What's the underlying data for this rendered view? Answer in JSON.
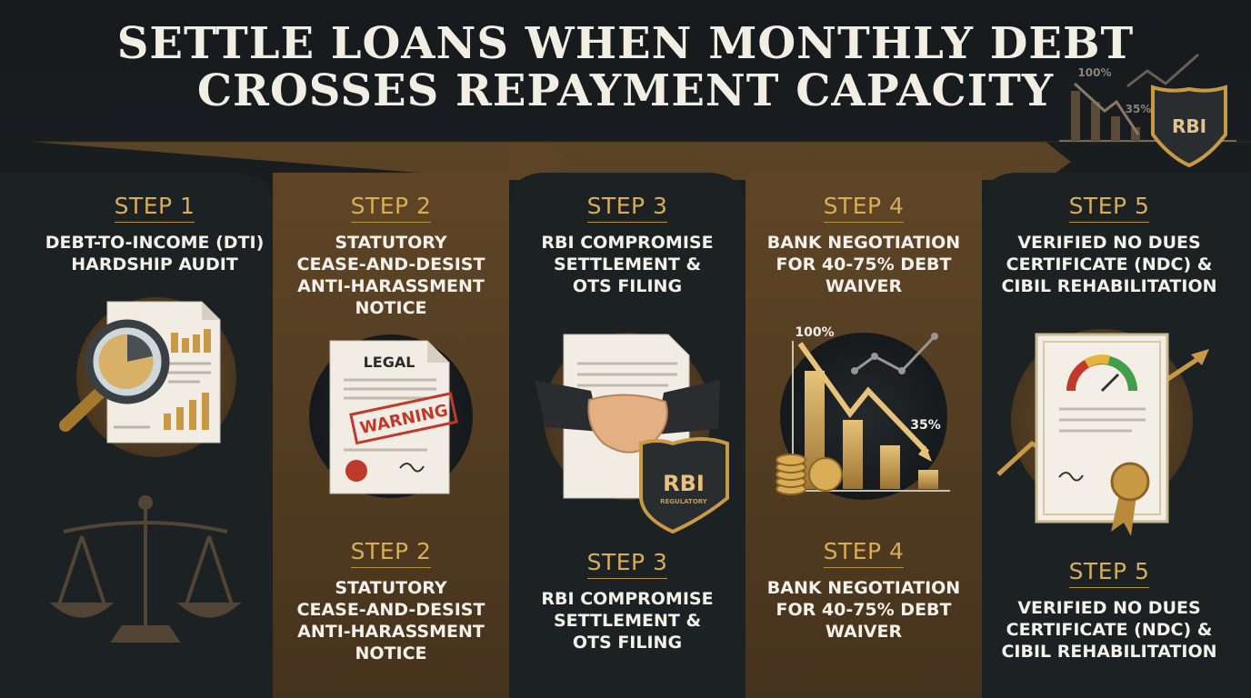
{
  "title": {
    "line1": "SETTLE LOANS WHEN MONTHLY DEBT",
    "line2": "CROSSES REPAYMENT CAPACITY"
  },
  "steps": [
    {
      "label": "STEP 1",
      "lines": [
        "DEBT-TO-INCOME (DTI)",
        "HARDSHIP AUDIT"
      ],
      "icon": "magnifier-report-icon"
    },
    {
      "label": "STEP 2",
      "lines": [
        "STATUTORY",
        "CEASE-AND-DESIST",
        "ANTI-HARASSMENT",
        "NOTICE"
      ],
      "icon": "legal-warning-document-icon"
    },
    {
      "label": "STEP 3",
      "lines": [
        "RBI COMPROMISE",
        "SETTLEMENT &",
        "OTS FILING"
      ],
      "icon": "handshake-rbi-shield-icon"
    },
    {
      "label": "STEP 4",
      "lines": [
        "BANK NEGOTIATION",
        "FOR 40-75% DEBT",
        "WAIVER"
      ],
      "icon": "declining-bar-chart-coins-icon"
    },
    {
      "label": "STEP 5",
      "lines": [
        "VERIFIED NO DUES",
        "CERTIFICATE (NDC) &",
        "CIBIL REHABILITATION"
      ],
      "icon": "certificate-gauge-icon"
    }
  ],
  "lower_steps": [
    {
      "label": "STEP 2",
      "lines": [
        "STATUTORY",
        "CEASE-AND-DESIST",
        "ANTI-HARASSMENT",
        "NOTICE"
      ]
    },
    {
      "label": "STEP 3",
      "lines": [
        "RBI COMPROMISE",
        "SETTLEMENT &",
        "OTS FILING"
      ]
    },
    {
      "label": "STEP 4",
      "lines": [
        "BANK NEGOTIATION",
        "FOR 40-75% DEBT",
        "WAIVER"
      ]
    },
    {
      "label": "STEP 5",
      "lines": [
        "VERIFIED NO DUES",
        "CERTIFICATE (NDC) &",
        "CIBIL REHABILITATION"
      ]
    }
  ],
  "icon_text": {
    "legal": "LEGAL",
    "warning": "WARNING",
    "rbi": "RBI",
    "regulatory": "REGULATORY",
    "pct_high": "100%",
    "pct_low": "35%"
  },
  "corner_badge": {
    "rbi": "RBI",
    "pct_high": "100%",
    "pct_low": "35%"
  },
  "colors": {
    "gold": "#d8ad55",
    "brown": "#5a4226",
    "dark": "#1c2023",
    "text": "#f4f1ea"
  }
}
